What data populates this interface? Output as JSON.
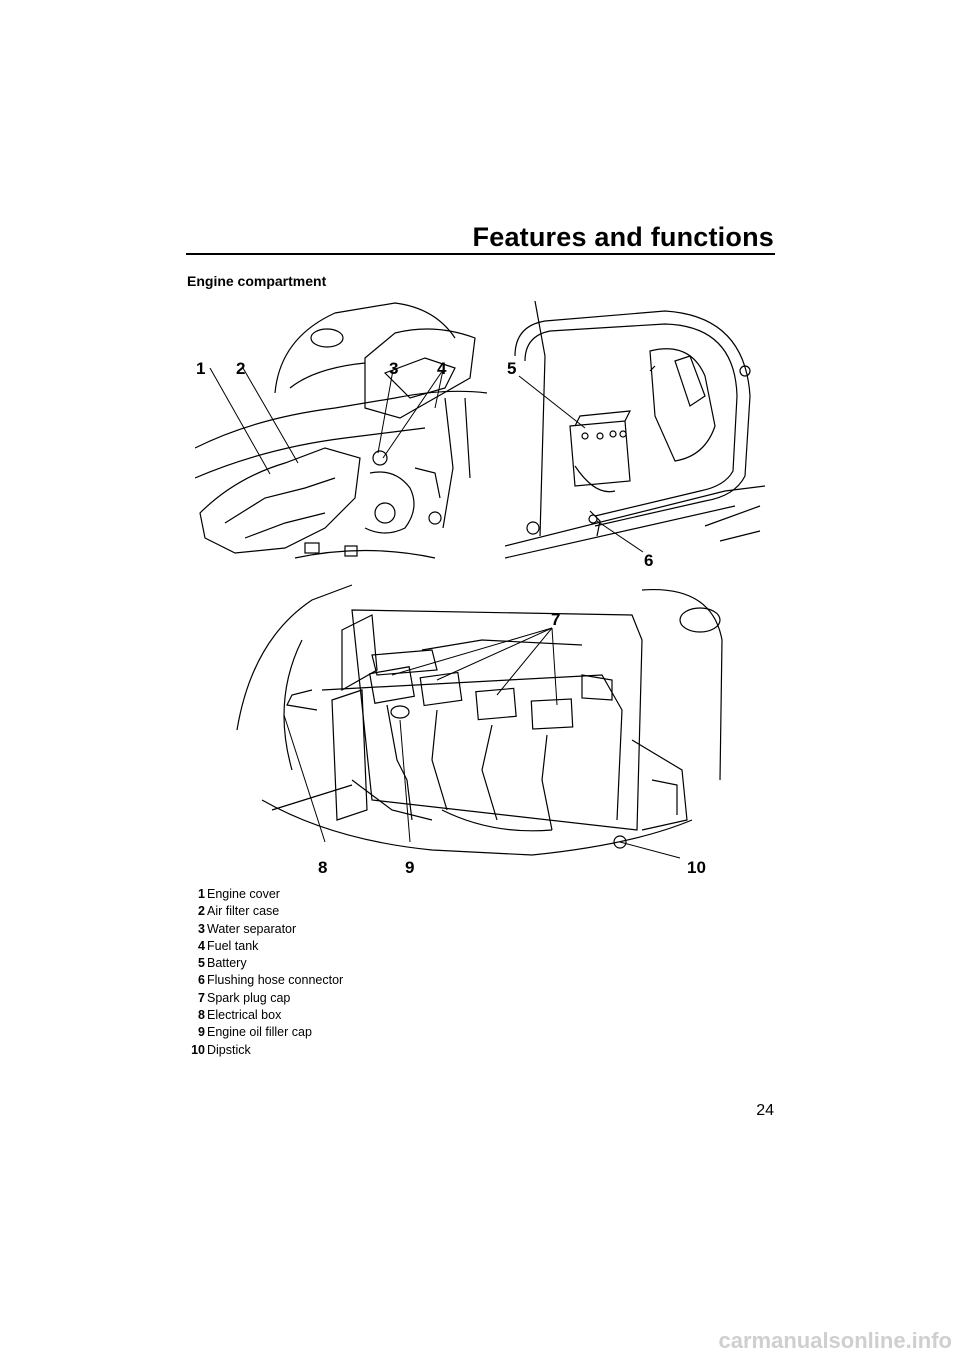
{
  "header": {
    "title": "Features and functions"
  },
  "section": {
    "heading": "Engine compartment"
  },
  "callouts": [
    "1",
    "2",
    "3",
    "4",
    "5",
    "6",
    "7",
    "8",
    "9",
    "10"
  ],
  "legend": [
    {
      "num": "1",
      "label": "Engine cover"
    },
    {
      "num": "2",
      "label": "Air filter case"
    },
    {
      "num": "3",
      "label": "Water separator"
    },
    {
      "num": "4",
      "label": "Fuel tank"
    },
    {
      "num": "5",
      "label": "Battery"
    },
    {
      "num": "6",
      "label": "Flushing hose connector"
    },
    {
      "num": "7",
      "label": "Spark plug cap"
    },
    {
      "num": "8",
      "label": "Electrical box"
    },
    {
      "num": "9",
      "label": "Engine oil filler cap"
    },
    {
      "num": "10",
      "label": "Dipstick"
    }
  ],
  "page_number": "24",
  "footer": {
    "watermark": "carmanualsonline.info"
  }
}
